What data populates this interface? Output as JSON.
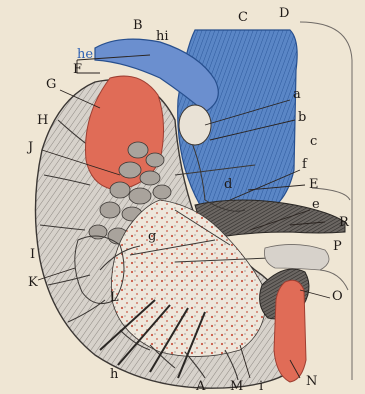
{
  "colors": {
    "paper": "#efe6d4",
    "gray_matter": "#d7d2cb",
    "white_matter_dark": "#4f4b48",
    "red_region": "#e06c57",
    "blue_region": "#4d79be",
    "cells": "#c85a46",
    "ink": "#1f1a17",
    "blue_ink": "#2f62b4"
  },
  "labels": [
    {
      "id": "B",
      "text": "B"
    },
    {
      "id": "hi",
      "text": "hi"
    },
    {
      "id": "C",
      "text": "C"
    },
    {
      "id": "D",
      "text": "D"
    },
    {
      "id": "he",
      "text": "he"
    },
    {
      "id": "F",
      "text": "F"
    },
    {
      "id": "G",
      "text": "G"
    },
    {
      "id": "a",
      "text": "a"
    },
    {
      "id": "H",
      "text": "H"
    },
    {
      "id": "b",
      "text": "b"
    },
    {
      "id": "c",
      "text": "c"
    },
    {
      "id": "J",
      "text": "J"
    },
    {
      "id": "d",
      "text": "d"
    },
    {
      "id": "f",
      "text": "f"
    },
    {
      "id": "E",
      "text": "E"
    },
    {
      "id": "e",
      "text": "e"
    },
    {
      "id": "g",
      "text": "g"
    },
    {
      "id": "R",
      "text": "R"
    },
    {
      "id": "I",
      "text": "I"
    },
    {
      "id": "P",
      "text": "P"
    },
    {
      "id": "K",
      "text": "K"
    },
    {
      "id": "L",
      "text": "L"
    },
    {
      "id": "O",
      "text": "O"
    },
    {
      "id": "h",
      "text": "h"
    },
    {
      "id": "A",
      "text": "A"
    },
    {
      "id": "M",
      "text": "M"
    },
    {
      "id": "i",
      "text": "i"
    },
    {
      "id": "N",
      "text": "N"
    }
  ]
}
